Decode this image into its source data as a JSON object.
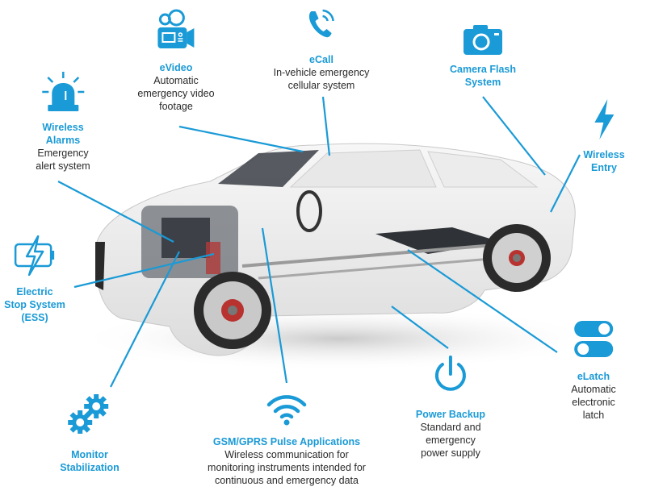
{
  "diagram": {
    "accent_color": "#1a9ad6",
    "subject": "car-cutaway",
    "features": [
      {
        "id": "evideo",
        "icon": "video-camera-icon",
        "title": "eVideo",
        "desc": [
          "Automatic",
          "emergency video",
          "footage"
        ]
      },
      {
        "id": "ecall",
        "icon": "phone-call-icon",
        "title": "eCall",
        "desc": [
          "In-vehicle emergency",
          "cellular system"
        ]
      },
      {
        "id": "camera-flash",
        "icon": "camera-icon",
        "title": [
          "Camera Flash",
          "System"
        ],
        "desc": []
      },
      {
        "id": "wireless-alarms",
        "icon": "siren-icon",
        "title": [
          "Wireless",
          "Alarms"
        ],
        "desc": [
          "Emergency",
          "alert system"
        ]
      },
      {
        "id": "wireless-entry",
        "icon": "lightning-bolt-icon",
        "title": [
          "Wireless",
          "Entry"
        ],
        "desc": []
      },
      {
        "id": "ess",
        "icon": "battery-charging-icon",
        "title": [
          "Electric",
          "Stop System",
          "(ESS)"
        ],
        "desc": []
      },
      {
        "id": "monitor-stabilization",
        "icon": "gears-icon",
        "title": [
          "Monitor",
          "Stabilization"
        ],
        "desc": []
      },
      {
        "id": "gsm-gprs",
        "icon": "wifi-icon",
        "title": "GSM/GPRS Pulse Applications",
        "desc": [
          "Wireless communication for",
          "monitoring instruments intended for",
          "continuous and emergency data"
        ]
      },
      {
        "id": "power-backup",
        "icon": "power-icon",
        "title": "Power Backup",
        "desc": [
          "Standard and",
          "emergency",
          "power supply"
        ]
      },
      {
        "id": "elatch",
        "icon": "toggle-switch-icon",
        "title": "eLatch",
        "desc": [
          "Automatic",
          "electronic",
          "latch"
        ]
      }
    ]
  }
}
